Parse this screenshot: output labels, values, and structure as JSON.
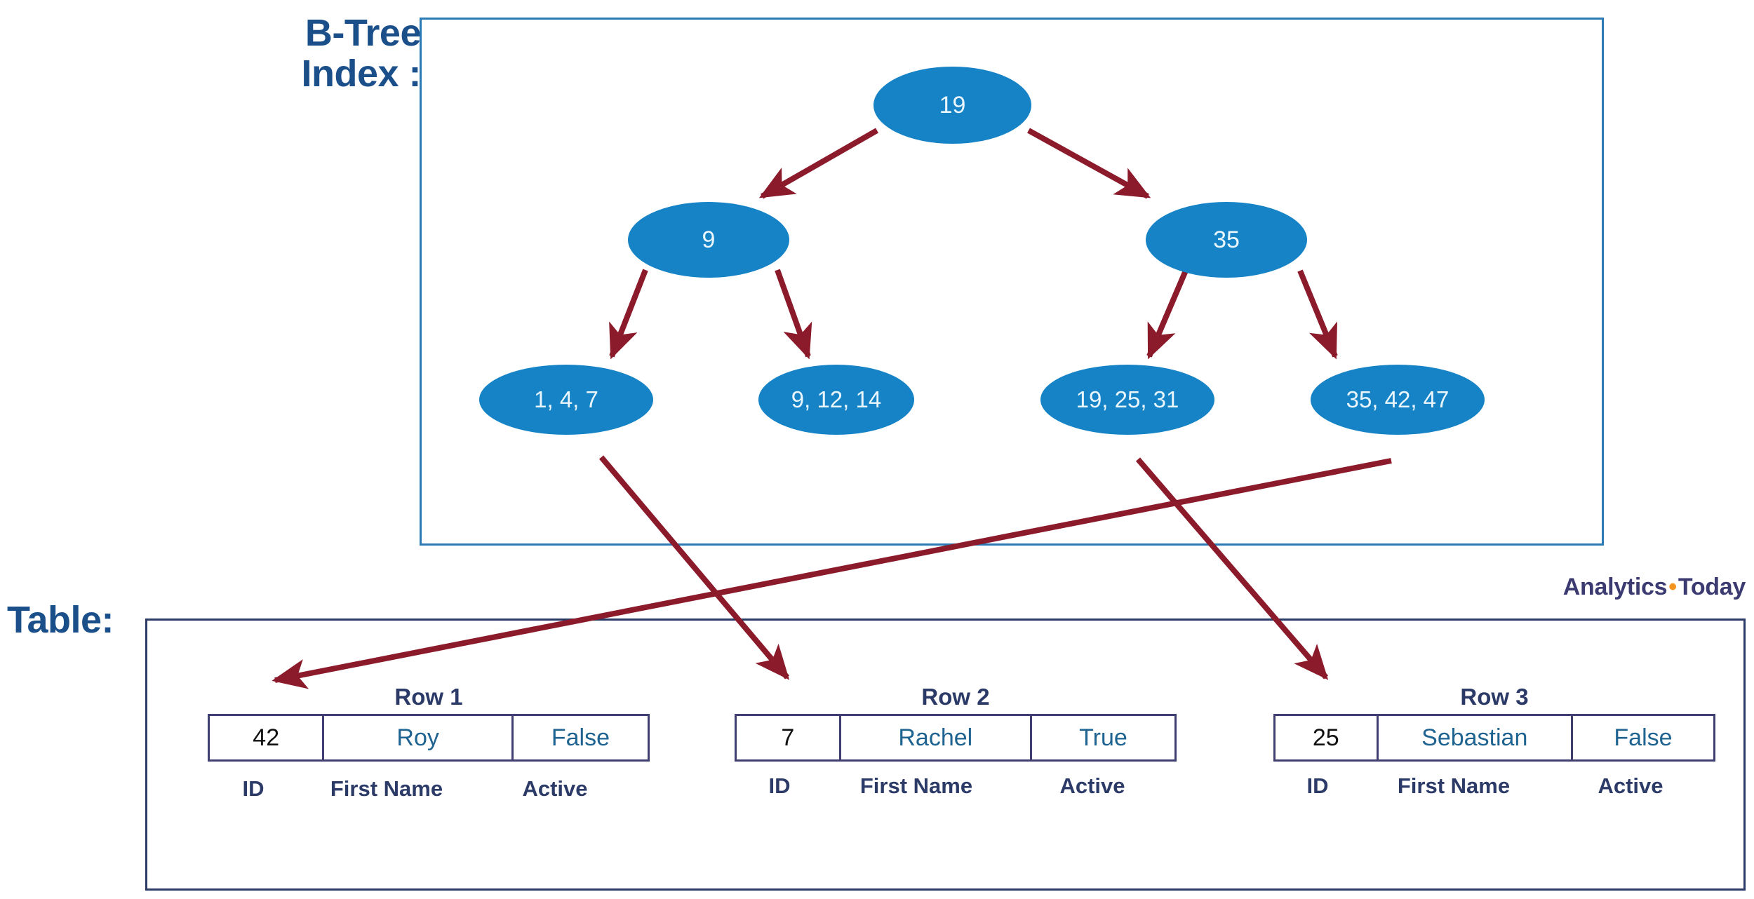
{
  "labels": {
    "btree_title": "B-Tree\nIndex :",
    "table_title": "Table:"
  },
  "brand": {
    "left": "Analytics",
    "separator": "•",
    "right": "Today",
    "accent_color": "#f6921e",
    "text_color": "#3b3b72"
  },
  "colors": {
    "node_fill": "#1683c6",
    "node_text": "#eaf6fd",
    "arrow": "#8b1a2b",
    "btree_box_border": "#2a7bb5",
    "table_box_border": "#2b3a67",
    "heading_blue": "#1b4f8a",
    "cell_border": "#3f3f72",
    "cell_value_text": "#1f6391",
    "id_value_text": "#111111"
  },
  "btree": {
    "root": {
      "label": "19"
    },
    "level2": [
      {
        "label": "9"
      },
      {
        "label": "35"
      }
    ],
    "leaves": [
      {
        "label": "1, 4, 7"
      },
      {
        "label": "9, 12, 14"
      },
      {
        "label": "19, 25, 31"
      },
      {
        "label": "35, 42, 47"
      }
    ]
  },
  "table": {
    "columns": [
      "ID",
      "First Name",
      "Active"
    ],
    "rows": [
      {
        "title": "Row 1",
        "id": "42",
        "first_name": "Roy",
        "active": "False"
      },
      {
        "title": "Row 2",
        "id": "7",
        "first_name": "Rachel",
        "active": "True"
      },
      {
        "title": "Row 3",
        "id": "25",
        "first_name": "Sebastian",
        "active": "False"
      }
    ]
  },
  "chart_data": {
    "type": "diagram",
    "title": "B-Tree Index pointing to table rows",
    "nodes": [
      {
        "id": "root",
        "level": 0,
        "keys": [
          19
        ],
        "label": "19"
      },
      {
        "id": "n-left",
        "level": 1,
        "keys": [
          9
        ],
        "label": "9"
      },
      {
        "id": "n-right",
        "level": 1,
        "keys": [
          35
        ],
        "label": "35"
      },
      {
        "id": "leaf-1",
        "level": 2,
        "keys": [
          1,
          4,
          7
        ],
        "label": "1, 4, 7"
      },
      {
        "id": "leaf-2",
        "level": 2,
        "keys": [
          9,
          12,
          14
        ],
        "label": "9, 12, 14"
      },
      {
        "id": "leaf-3",
        "level": 2,
        "keys": [
          19,
          25,
          31
        ],
        "label": "19, 25, 31"
      },
      {
        "id": "leaf-4",
        "level": 2,
        "keys": [
          35,
          42,
          47
        ],
        "label": "35, 42, 47"
      }
    ],
    "edges": [
      {
        "from": "root",
        "to": "n-left"
      },
      {
        "from": "root",
        "to": "n-right"
      },
      {
        "from": "n-left",
        "to": "leaf-1"
      },
      {
        "from": "n-left",
        "to": "leaf-2"
      },
      {
        "from": "n-right",
        "to": "leaf-3"
      },
      {
        "from": "n-right",
        "to": "leaf-4"
      },
      {
        "from": "leaf-1",
        "to": "Row 2"
      },
      {
        "from": "leaf-3",
        "to": "Row 3"
      },
      {
        "from": "leaf-4",
        "to": "Row 1"
      }
    ]
  }
}
